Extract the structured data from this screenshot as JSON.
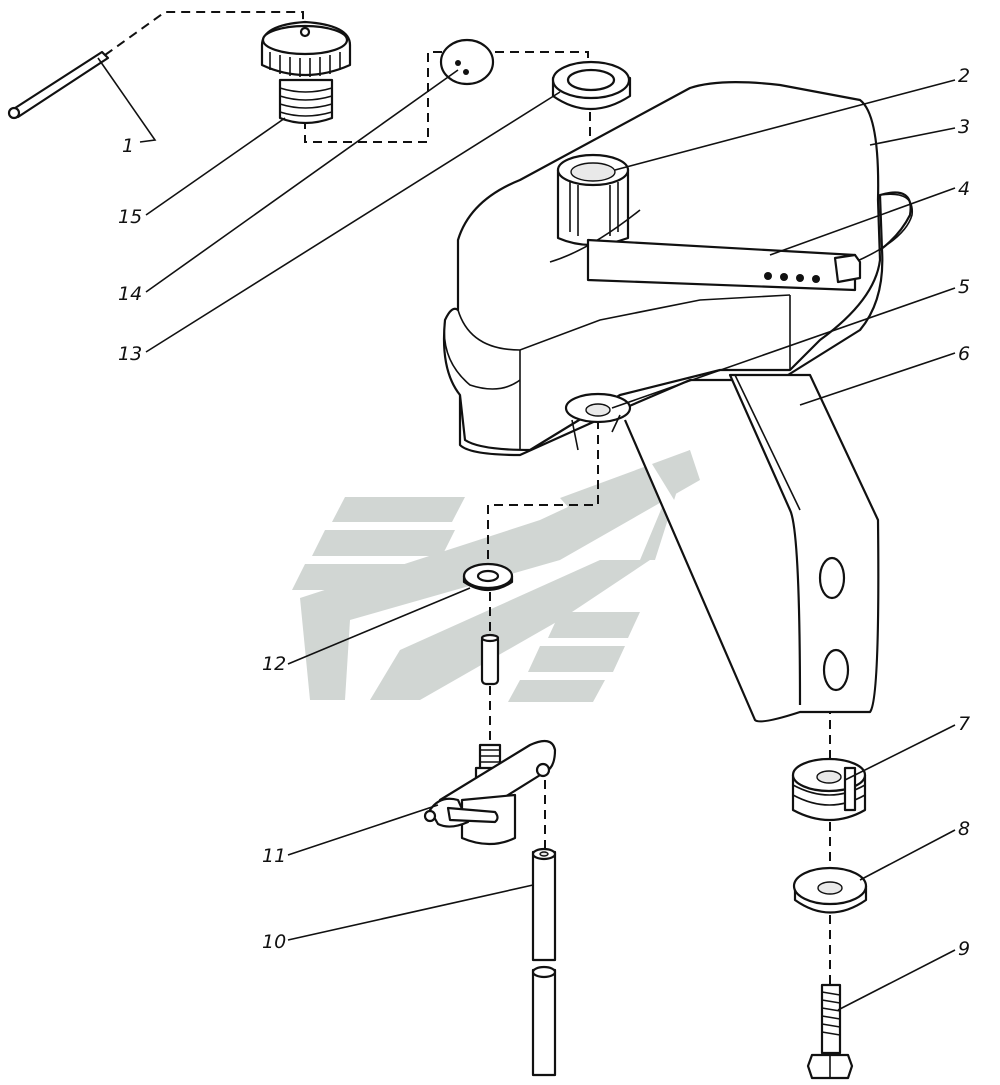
{
  "callouts": [
    {
      "number": "1",
      "label": "1"
    },
    {
      "number": "2",
      "label": "2"
    },
    {
      "number": "3",
      "label": "3"
    },
    {
      "number": "4",
      "label": "4"
    },
    {
      "number": "5",
      "label": "5"
    },
    {
      "number": "6",
      "label": "6"
    },
    {
      "number": "7",
      "label": "7"
    },
    {
      "number": "8",
      "label": "8"
    },
    {
      "number": "9",
      "label": "9"
    },
    {
      "number": "10",
      "label": "10"
    },
    {
      "number": "11",
      "label": "11"
    },
    {
      "number": "12",
      "label": "12"
    },
    {
      "number": "13",
      "label": "13"
    },
    {
      "number": "14",
      "label": "14"
    },
    {
      "number": "15",
      "label": "15"
    }
  ],
  "colors": {
    "line": "#111111",
    "watermark": "#c9cfcc",
    "background": "#ffffff"
  }
}
